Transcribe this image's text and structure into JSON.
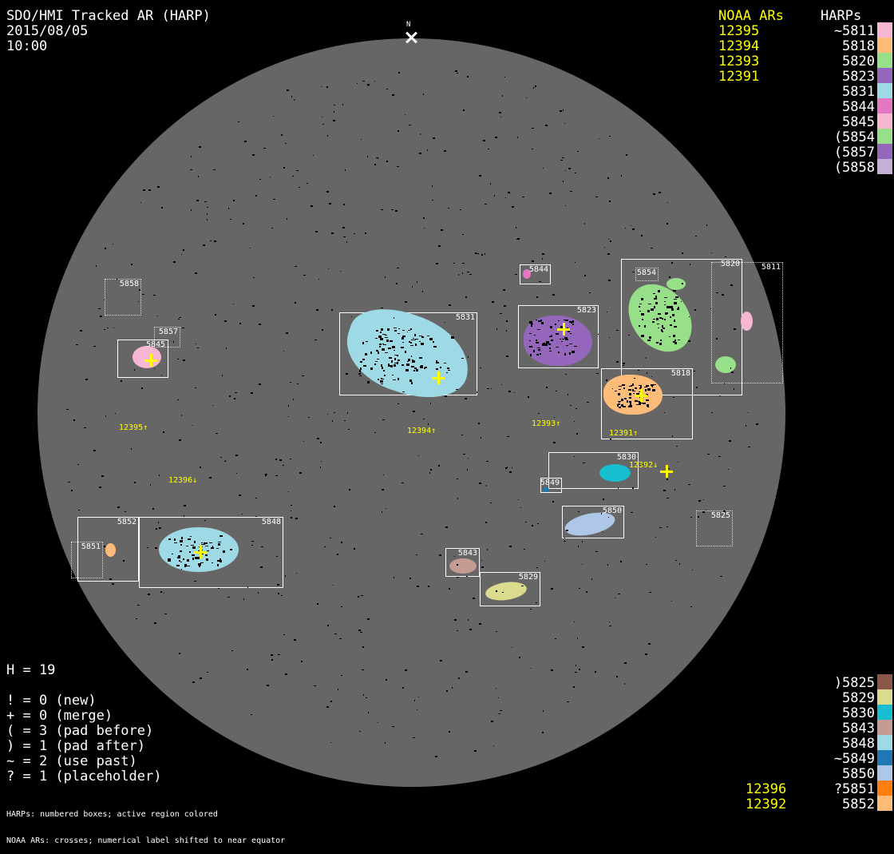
{
  "header": {
    "title": "SDO/HMI Tracked AR (HARP)",
    "date": "2015/08/05",
    "time": "10:00",
    "north": "N"
  },
  "legend_top": {
    "noaa_title": "NOAA ARs",
    "harps_title": "HARPs",
    "noaa": [
      "12395",
      "12394",
      "12393",
      "12391"
    ],
    "harps": [
      {
        "label": "~5811",
        "color": "#f7b6d2"
      },
      {
        "label": "5818",
        "color": "#ffbb78"
      },
      {
        "label": "5820",
        "color": "#98df8a"
      },
      {
        "label": "5823",
        "color": "#9467bd"
      },
      {
        "label": "5831",
        "color": "#9edae5"
      },
      {
        "label": "5844",
        "color": "#e377c2"
      },
      {
        "label": "5845",
        "color": "#f7b6d2"
      },
      {
        "label": "(5854",
        "color": "#98df8a"
      },
      {
        "label": "(5857",
        "color": "#9467bd"
      },
      {
        "label": "(5858",
        "color": "#c5b0d5"
      }
    ]
  },
  "legend_bottom": {
    "noaa": [
      "12396",
      "12392"
    ],
    "harps": [
      {
        "label": ")5825",
        "color": "#8c564b"
      },
      {
        "label": "5829",
        "color": "#dbdb8d"
      },
      {
        "label": "5830",
        "color": "#17becf"
      },
      {
        "label": "5843",
        "color": "#c49c94"
      },
      {
        "label": "5848",
        "color": "#9edae5"
      },
      {
        "label": "~5849",
        "color": "#1f77b4"
      },
      {
        "label": "5850",
        "color": "#aec7e8"
      },
      {
        "label": "?5851",
        "color": "#ff7f0e"
      },
      {
        "label": "5852",
        "color": "#ffbb78"
      }
    ]
  },
  "stats": {
    "h": "H = 19",
    "lines": [
      "! = 0 (new)",
      "+ = 0 (merge)",
      "( = 3 (pad before)",
      ") = 1 (pad after)",
      "~ = 2 (use past)",
      "? = 1 (placeholder)"
    ]
  },
  "footnote": [
    "HARPs: numbered boxes; active region colored",
    "NOAA ARs: crosses; numerical label shifted to near equator"
  ],
  "boxes": {
    "b5858": "5858",
    "b5857": "5857",
    "b5845": "5845",
    "b5831": "5831",
    "b5844": "5844",
    "b5823": "5823",
    "b5854": "5854",
    "b5820": "5820",
    "b5811": "5811",
    "b5818": "5818",
    "b5830": "5830",
    "b5849": "5849",
    "b5850": "5850",
    "b5825": "5825",
    "b5852": "5852",
    "b5851": "5851",
    "b5848": "5848",
    "b5843": "5843",
    "b5829": "5829"
  },
  "noaa_labels": {
    "a12395": "12395↑",
    "a12394": "12394↑",
    "a12393": "12393↑",
    "a12391": "12391↑",
    "a12392": "12392↓",
    "a12396": "12396↓"
  }
}
